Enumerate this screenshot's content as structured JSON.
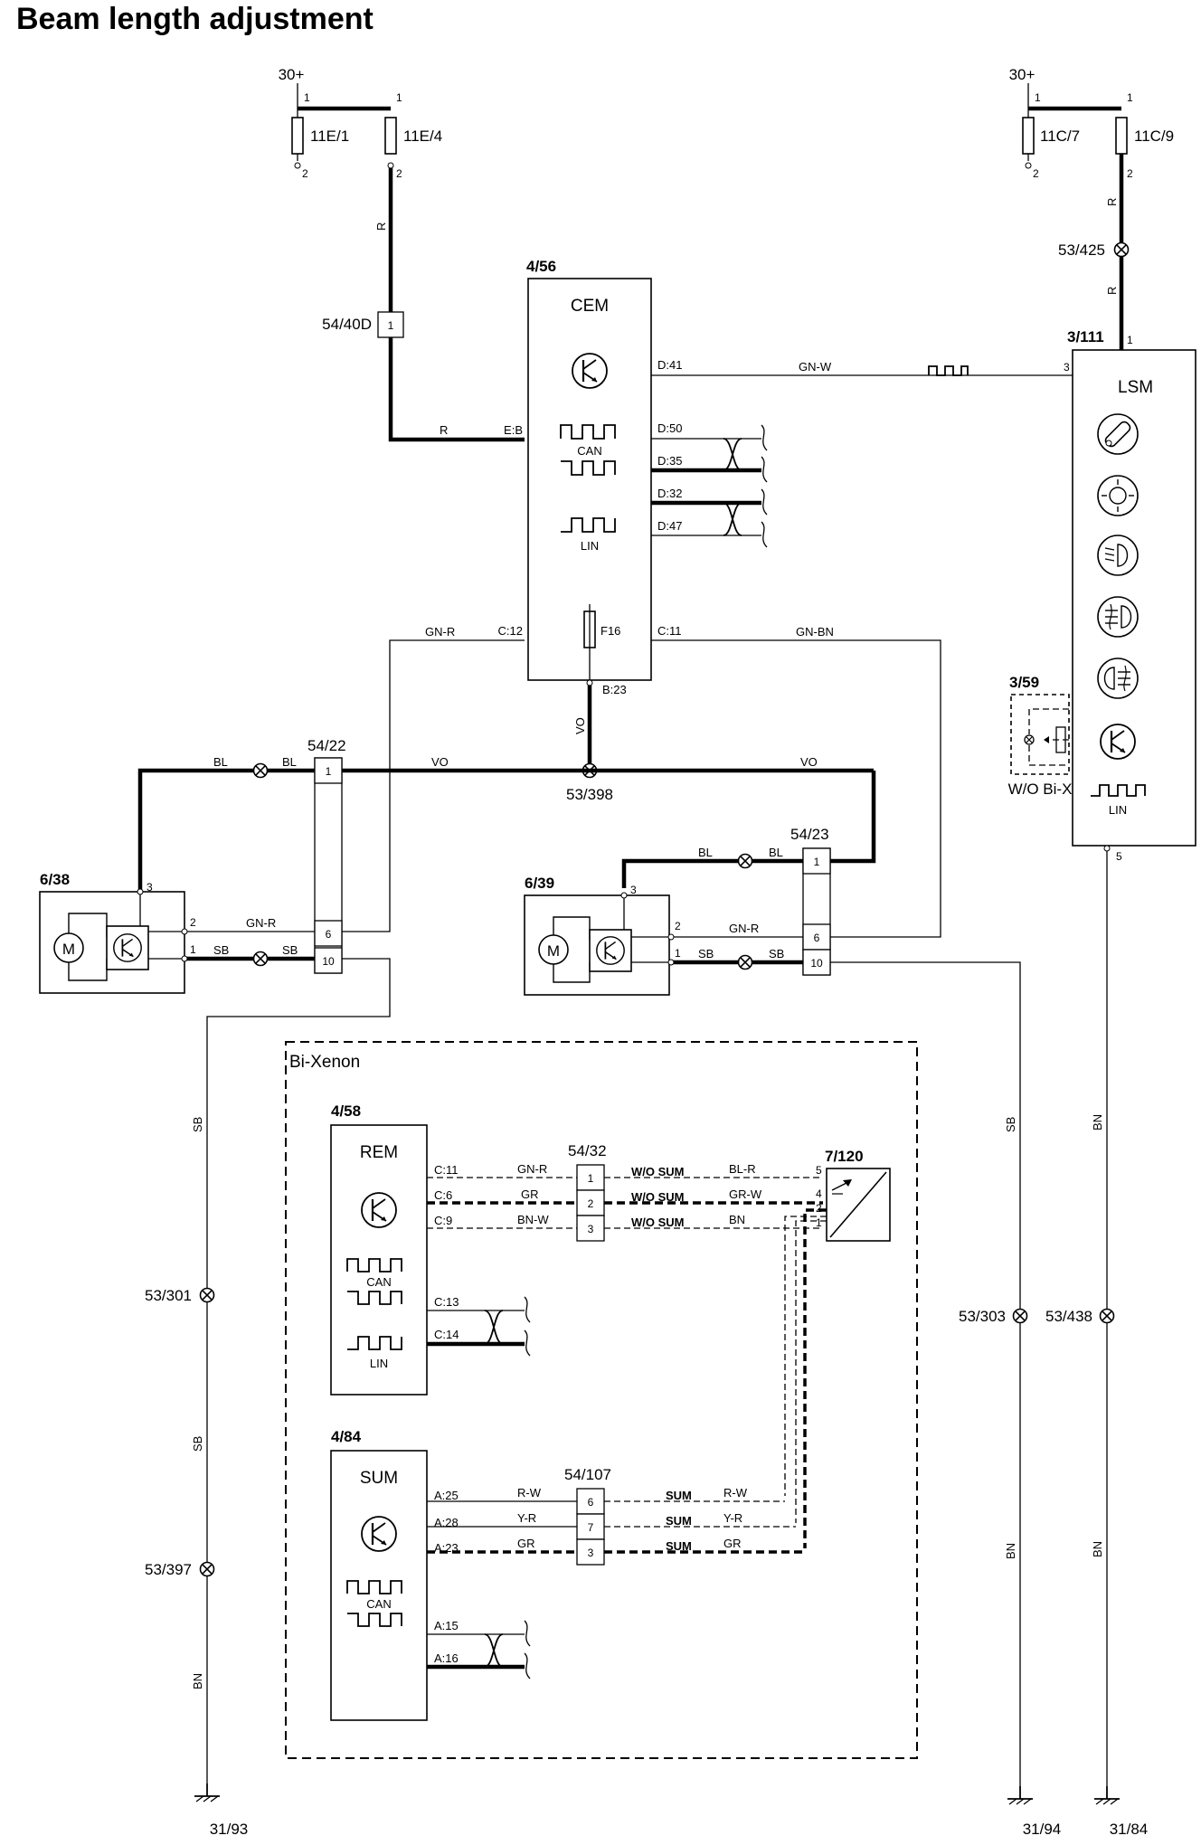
{
  "title": "Beam length adjustment",
  "power": {
    "left_label": "30+",
    "right_label": "30+",
    "fuses": [
      "11E/1",
      "11E/4",
      "11C/7",
      "11C/9"
    ],
    "pin_top": "1",
    "pin_bottom": "2"
  },
  "connectors": {
    "c5440d": {
      "ref": "54/40D",
      "pins": [
        "1"
      ]
    },
    "c5422": {
      "ref": "54/22",
      "pins": [
        "1",
        "6",
        "10"
      ]
    },
    "c5423": {
      "ref": "54/23",
      "pins": [
        "1",
        "6",
        "10"
      ]
    },
    "c5432": {
      "ref": "54/32",
      "pins": [
        "1",
        "2",
        "3"
      ]
    },
    "c54107": {
      "ref": "54/107",
      "pins": [
        "6",
        "7",
        "3"
      ]
    }
  },
  "splices": [
    "53/425",
    "53/398",
    "53/301",
    "53/397",
    "53/303",
    "53/438"
  ],
  "grounds": [
    "31/93",
    "31/94",
    "31/84"
  ],
  "cem": {
    "ref": "4/56",
    "name": "CEM",
    "pins": [
      "D:41",
      "D:50",
      "D:35",
      "D:32",
      "D:47",
      "E:B",
      "C:12",
      "C:11",
      "B:23"
    ],
    "can_label": "CAN",
    "lin_label": "LIN",
    "fuse": "F16"
  },
  "lsm": {
    "ref": "3/111",
    "name": "LSM",
    "pins": [
      "1",
      "3",
      "5"
    ],
    "lin_label": "LIN",
    "switch_ref": "3/59",
    "switch_note": "W/O Bi-X"
  },
  "motors": [
    {
      "ref": "6/38",
      "pins": [
        "3",
        "2",
        "1"
      ]
    },
    {
      "ref": "6/39",
      "pins": [
        "3",
        "2",
        "1"
      ]
    }
  ],
  "bixenon": {
    "label": "Bi-Xenon",
    "rem": {
      "ref": "4/58",
      "name": "REM",
      "pins": [
        "C:11",
        "C:6",
        "C:9",
        "C:13",
        "C:14"
      ],
      "can_label": "CAN",
      "lin_label": "LIN"
    },
    "sum": {
      "ref": "4/84",
      "name": "SUM",
      "pins": [
        "A:25",
        "A:28",
        "A:23",
        "A:15",
        "A:16"
      ],
      "can_label": "CAN"
    },
    "sensor": {
      "ref": "7/120",
      "pins": [
        "5",
        "4",
        "2",
        "1"
      ]
    },
    "wo_sum": "W/O SUM",
    "sum_label": "SUM"
  },
  "wire_colors": {
    "r": "R",
    "gnw": "GN-W",
    "gnr": "GN-R",
    "gnbn": "GN-BN",
    "vo": "VO",
    "bl": "BL",
    "sb": "SB",
    "bn": "BN",
    "blr": "BL-R",
    "gr": "GR",
    "grw": "GR-W",
    "bnw": "BN-W",
    "rw": "R-W",
    "yr": "Y-R"
  }
}
